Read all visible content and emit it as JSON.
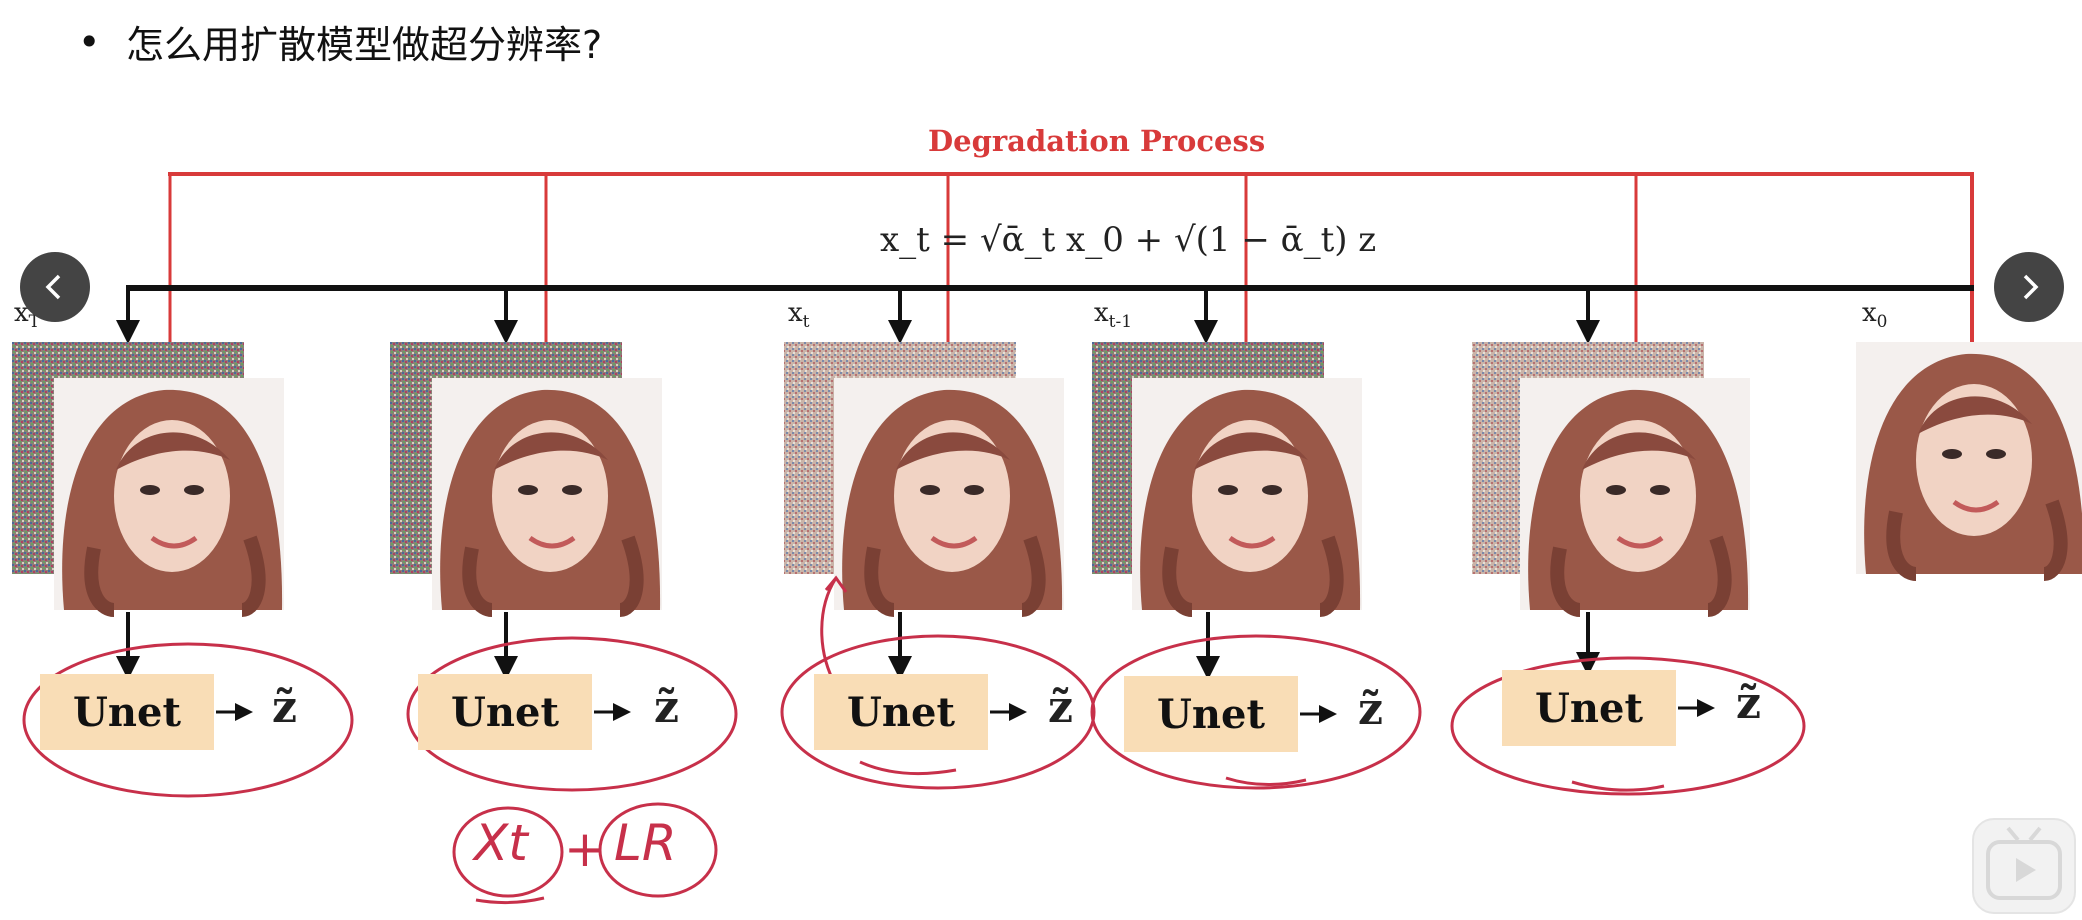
{
  "slide": {
    "bullet": "•",
    "heading": "怎么用扩散模型做超分辨率?"
  },
  "diagram": {
    "title": "Degradation Process",
    "formula_text": "x_t = √ᾱ_t x_0 + √(1 − ᾱ_t) z",
    "step_labels": [
      {
        "base": "x",
        "sub": "T"
      },
      {
        "base": "x",
        "sub": "t"
      },
      {
        "base": "x",
        "sub": "t-1"
      },
      {
        "base": "x",
        "sub": "0"
      }
    ],
    "unet_label": "Unet",
    "output_symbol": "z̃",
    "annotation": {
      "left": "Xt",
      "op": "+",
      "right": "LR"
    }
  },
  "nav": {
    "prev_icon": "chevron-left-icon",
    "next_icon": "chevron-right-icon",
    "player_icon": "tv-play-icon"
  },
  "colors": {
    "degradation_red": "#d83a3a",
    "ink_red": "#c7304a",
    "unet_fill": "#f9ddb6",
    "hair": "#9a5848",
    "skin": "#f1d3c4"
  }
}
